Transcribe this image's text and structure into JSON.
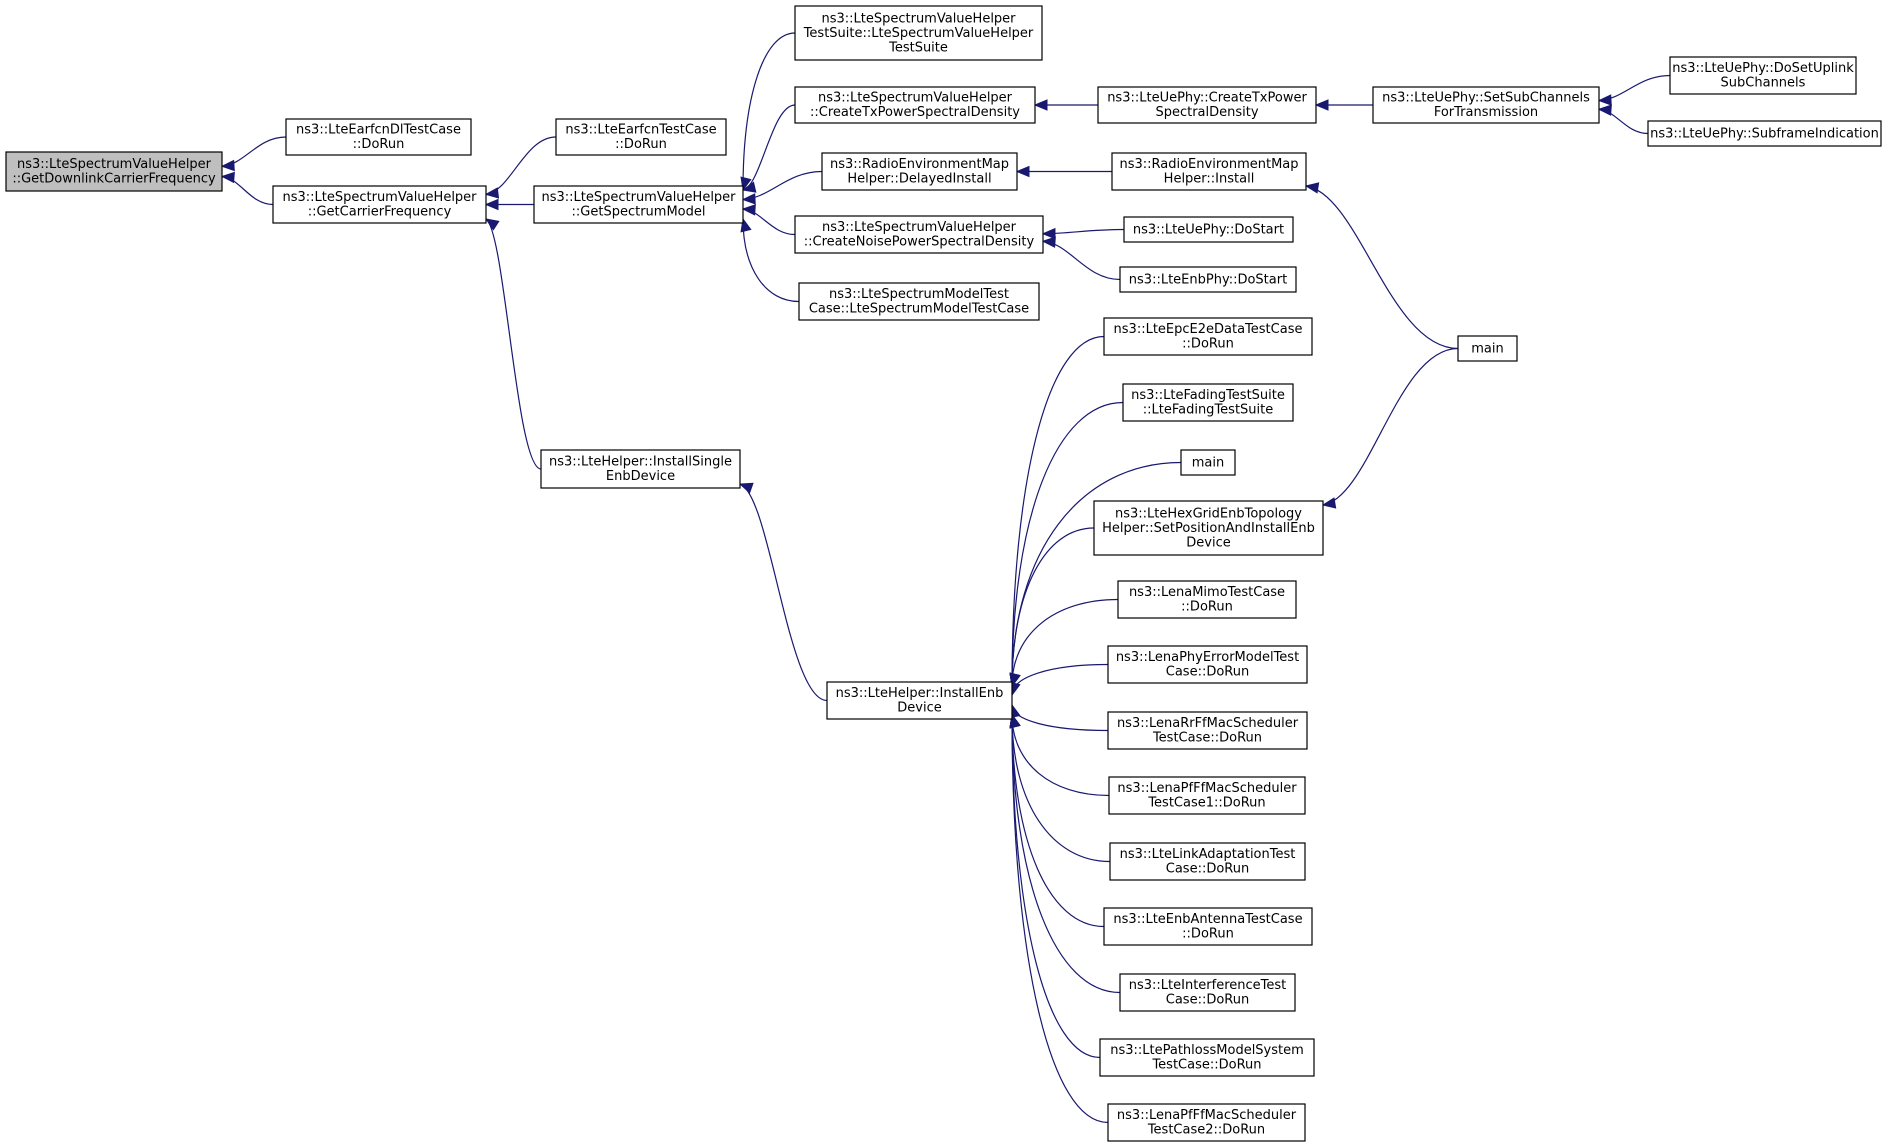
{
  "colors": {
    "edge": "#191970",
    "root_fill": "#bfbfbf",
    "node_fill": "#ffffff",
    "border": "#000000"
  },
  "nodes": {
    "root": {
      "lines": [
        "ns3::LteSpectrumValueHelper",
        "::GetDownlinkCarrierFrequency"
      ],
      "highlight": true
    },
    "earfcnDl": {
      "lines": [
        "ns3::LteEarfcnDlTestCase",
        "::DoRun"
      ]
    },
    "getCarrier": {
      "lines": [
        "ns3::LteSpectrumValueHelper",
        "::GetCarrierFrequency"
      ]
    },
    "earfcnTest": {
      "lines": [
        "ns3::LteEarfcnTestCase",
        "::DoRun"
      ]
    },
    "getSpectrum": {
      "lines": [
        "ns3::LteSpectrumValueHelper",
        "::GetSpectrumModel"
      ]
    },
    "installSingle": {
      "lines": [
        "ns3::LteHelper::InstallSingle",
        "EnbDevice"
      ]
    },
    "installEnb": {
      "lines": [
        "ns3::LteHelper::InstallEnb",
        "Device"
      ]
    },
    "testSuite": {
      "lines": [
        "ns3::LteSpectrumValueHelper",
        "TestSuite::LteSpectrumValueHelper",
        "TestSuite"
      ]
    },
    "createTx": {
      "lines": [
        "ns3::LteSpectrumValueHelper",
        "::CreateTxPowerSpectralDensity"
      ]
    },
    "remDelayed": {
      "lines": [
        "ns3::RadioEnvironmentMap",
        "Helper::DelayedInstall"
      ]
    },
    "createNoise": {
      "lines": [
        "ns3::LteSpectrumValueHelper",
        "::CreateNoisePowerSpectralDensity"
      ]
    },
    "specModelTest": {
      "lines": [
        "ns3::LteSpectrumModelTest",
        "Case::LteSpectrumModelTestCase"
      ]
    },
    "uePhyCreateTx": {
      "lines": [
        "ns3::LteUePhy::CreateTxPower",
        "SpectralDensity"
      ]
    },
    "remInstall": {
      "lines": [
        "ns3::RadioEnvironmentMap",
        "Helper::Install"
      ]
    },
    "uePhyDoStart": {
      "lines": [
        "ns3::LteUePhy::DoStart"
      ]
    },
    "enbPhyDoStart": {
      "lines": [
        "ns3::LteEnbPhy::DoStart"
      ]
    },
    "setSubCh": {
      "lines": [
        "ns3::LteUePhy::SetSubChannels",
        "ForTransmission"
      ]
    },
    "doSetUplink": {
      "lines": [
        "ns3::LteUePhy::DoSetUplink",
        "SubChannels"
      ]
    },
    "subframe": {
      "lines": [
        "ns3::LteUePhy::SubframeIndication"
      ]
    },
    "main1": {
      "lines": [
        "main"
      ]
    },
    "epcE2e": {
      "lines": [
        "ns3::LteEpcE2eDataTestCase",
        "::DoRun"
      ]
    },
    "fadingSuite": {
      "lines": [
        "ns3::LteFadingTestSuite",
        "::LteFadingTestSuite"
      ]
    },
    "main2": {
      "lines": [
        "main"
      ]
    },
    "hexGrid": {
      "lines": [
        "ns3::LteHexGridEnbTopology",
        "Helper::SetPositionAndInstallEnb",
        "Device"
      ]
    },
    "lenaMimo": {
      "lines": [
        "ns3::LenaMimoTestCase",
        "::DoRun"
      ]
    },
    "lenaPhyErr": {
      "lines": [
        "ns3::LenaPhyErrorModelTest",
        "Case::DoRun"
      ]
    },
    "lenaRr": {
      "lines": [
        "ns3::LenaRrFfMacScheduler",
        "TestCase::DoRun"
      ]
    },
    "lenaPf1": {
      "lines": [
        "ns3::LenaPfFfMacScheduler",
        "TestCase1::DoRun"
      ]
    },
    "linkAdapt": {
      "lines": [
        "ns3::LteLinkAdaptationTest",
        "Case::DoRun"
      ]
    },
    "enbAntenna": {
      "lines": [
        "ns3::LteEnbAntennaTestCase",
        "::DoRun"
      ]
    },
    "interference": {
      "lines": [
        "ns3::LteInterferenceTest",
        "Case::DoRun"
      ]
    },
    "pathloss": {
      "lines": [
        "ns3::LtePathlossModelSystem",
        "TestCase::DoRun"
      ]
    },
    "lenaPf2": {
      "lines": [
        "ns3::LenaPfFfMacScheduler",
        "TestCase2::DoRun"
      ]
    }
  },
  "edges": [
    [
      "root",
      "earfcnDl"
    ],
    [
      "root",
      "getCarrier"
    ],
    [
      "getCarrier",
      "earfcnTest"
    ],
    [
      "getCarrier",
      "getSpectrum"
    ],
    [
      "getCarrier",
      "installSingle"
    ],
    [
      "installSingle",
      "installEnb"
    ],
    [
      "getSpectrum",
      "testSuite"
    ],
    [
      "getSpectrum",
      "createTx"
    ],
    [
      "getSpectrum",
      "remDelayed"
    ],
    [
      "getSpectrum",
      "createNoise"
    ],
    [
      "getSpectrum",
      "specModelTest"
    ],
    [
      "createTx",
      "uePhyCreateTx"
    ],
    [
      "uePhyCreateTx",
      "setSubCh"
    ],
    [
      "setSubCh",
      "doSetUplink"
    ],
    [
      "setSubCh",
      "subframe"
    ],
    [
      "remDelayed",
      "remInstall"
    ],
    [
      "remInstall",
      "main1"
    ],
    [
      "createNoise",
      "uePhyDoStart"
    ],
    [
      "createNoise",
      "enbPhyDoStart"
    ],
    [
      "hexGrid",
      "main1"
    ],
    [
      "installEnb",
      "epcE2e"
    ],
    [
      "installEnb",
      "fadingSuite"
    ],
    [
      "installEnb",
      "main2"
    ],
    [
      "installEnb",
      "hexGrid"
    ],
    [
      "installEnb",
      "lenaMimo"
    ],
    [
      "installEnb",
      "lenaPhyErr"
    ],
    [
      "installEnb",
      "lenaRr"
    ],
    [
      "installEnb",
      "lenaPf1"
    ],
    [
      "installEnb",
      "linkAdapt"
    ],
    [
      "installEnb",
      "enbAntenna"
    ],
    [
      "installEnb",
      "interference"
    ],
    [
      "installEnb",
      "pathloss"
    ],
    [
      "installEnb",
      "lenaPf2"
    ]
  ]
}
